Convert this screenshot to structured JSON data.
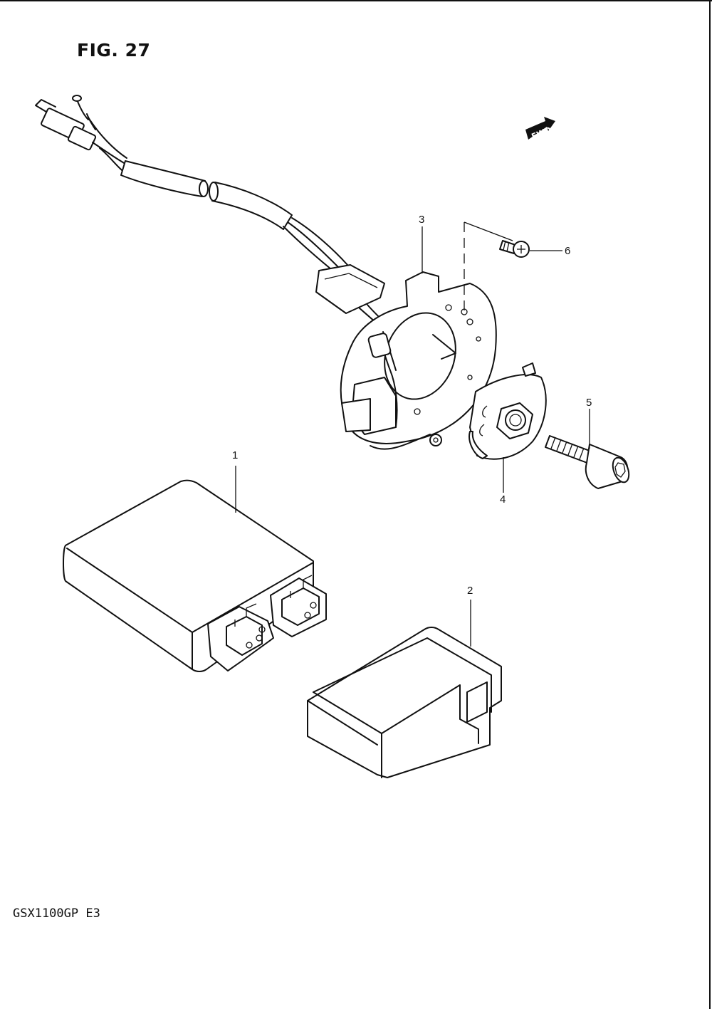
{
  "figure": {
    "title": "FIG. 27"
  },
  "model_code": "GSX1100GP  E3",
  "direction_badge": "FWD",
  "callouts": [
    {
      "id": "1",
      "label": "1"
    },
    {
      "id": "2",
      "label": "2"
    },
    {
      "id": "3",
      "label": "3"
    },
    {
      "id": "4",
      "label": "4"
    },
    {
      "id": "5",
      "label": "5"
    },
    {
      "id": "6",
      "label": "6"
    }
  ]
}
